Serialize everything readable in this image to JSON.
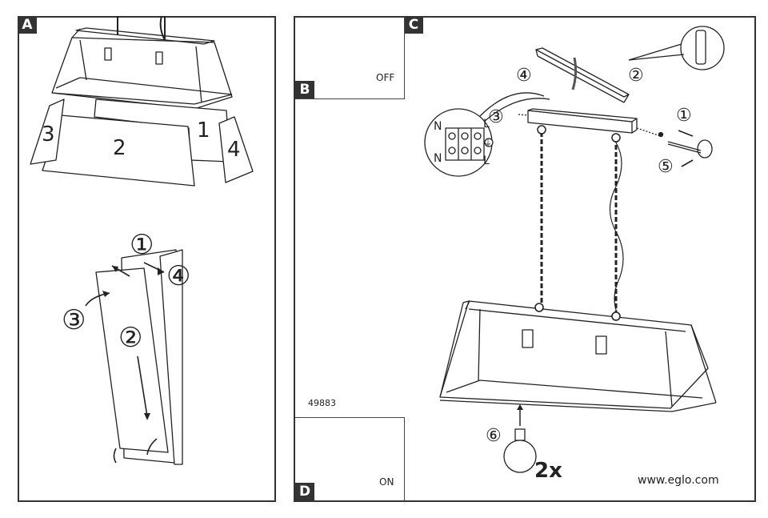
{
  "panels": {
    "a": {
      "label": "A"
    },
    "b": {
      "label": "B",
      "switch_text": "OFF"
    },
    "c": {
      "label": "C"
    },
    "d": {
      "label": "D",
      "switch_text": "ON"
    }
  },
  "panel_a_top": {
    "glass_numbers": [
      "1",
      "2",
      "3",
      "4"
    ]
  },
  "panel_a_bottom": {
    "step_numbers": [
      "①",
      "②",
      "③",
      "④"
    ]
  },
  "panel_c": {
    "steps": [
      "①",
      "②",
      "③",
      "④",
      "⑤",
      "⑥"
    ],
    "terminal_labels": {
      "n_top": "N",
      "l_top": "L",
      "n_bottom": "N",
      "l_bottom": "L"
    },
    "ground_symbol": "⏚",
    "bulb_count": "2x",
    "model_number": "49883",
    "website": "www.eglo.com"
  },
  "icons": [
    "finger-switch-icon",
    "curved-arrow-icon",
    "ground-icon",
    "bulb-icon",
    "screw-icon",
    "dowel-icon"
  ]
}
